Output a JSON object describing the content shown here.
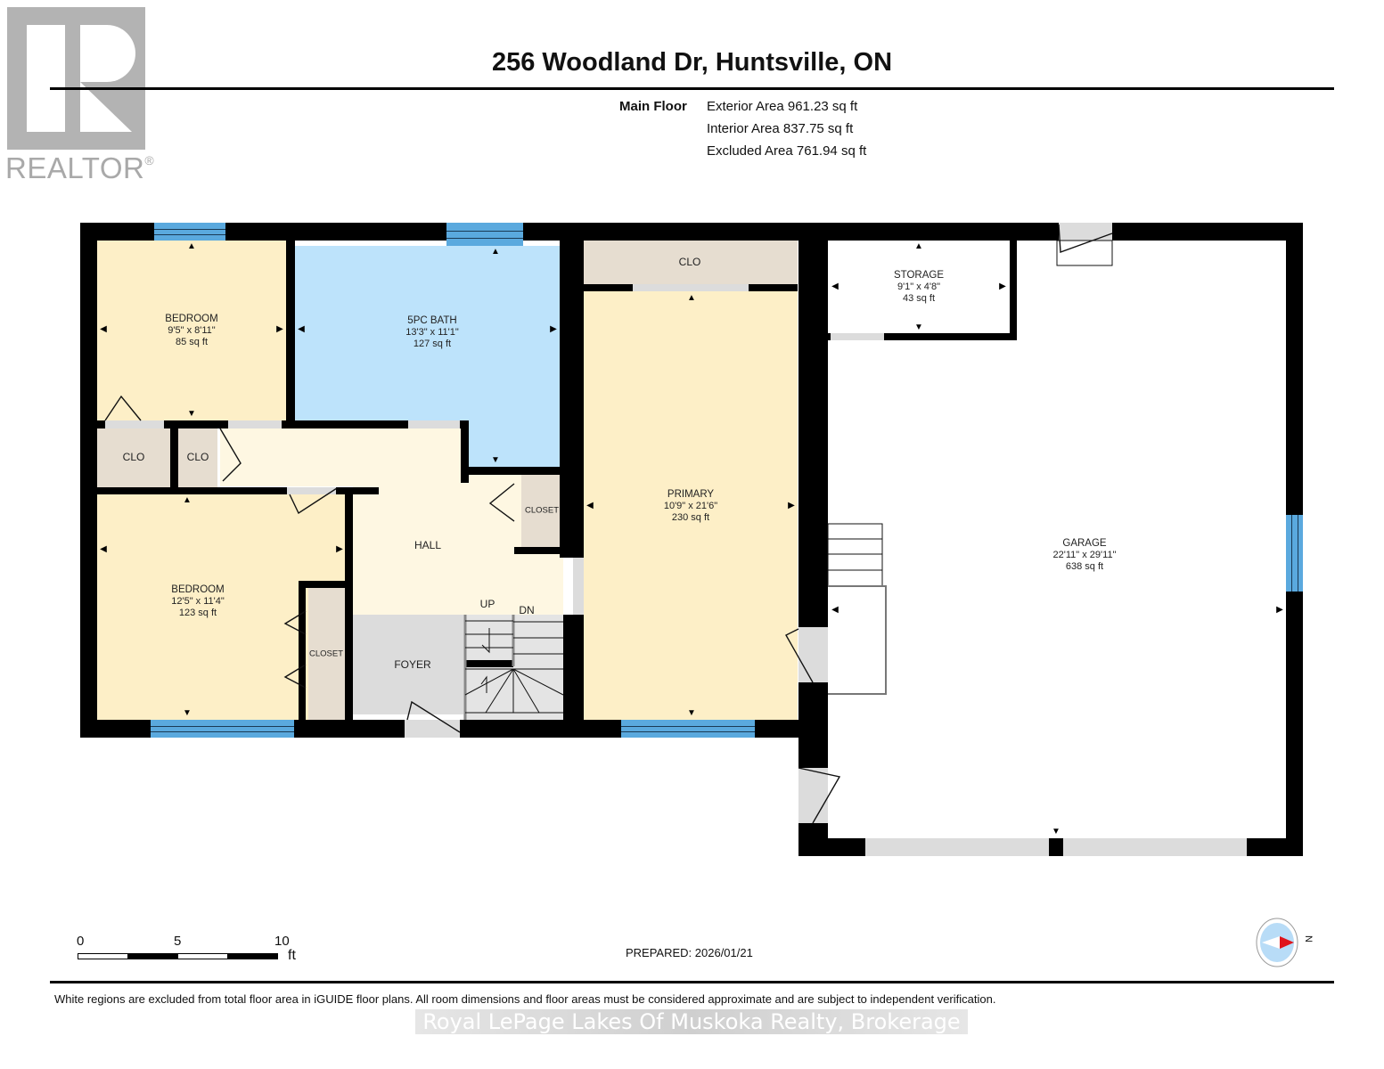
{
  "logo": {
    "brand": "REALTOR",
    "registered": "®",
    "icon": "realtor-r-logo-icon"
  },
  "header": {
    "address": "256 Woodland Dr, Huntsville, ON",
    "floor_label": "Main Floor",
    "areas": [
      "Exterior Area 961.23 sq ft",
      "Interior Area 837.75 sq ft",
      "Excluded Area 761.94 sq ft"
    ]
  },
  "rooms": {
    "bedroom1": {
      "name": "BEDROOM",
      "dims": "9'5\" x 8'11\"",
      "area": "85 sq ft"
    },
    "bath": {
      "name": "5PC BATH",
      "dims": "13'3\" x 11'1\"",
      "area": "127 sq ft"
    },
    "primary": {
      "name": "PRIMARY",
      "dims": "10'9\" x 21'6\"",
      "area": "230 sq ft"
    },
    "storage": {
      "name": "STORAGE",
      "dims": "9'1\" x 4'8\"",
      "area": "43 sq ft"
    },
    "garage": {
      "name": "GARAGE",
      "dims": "22'11\" x 29'11\"",
      "area": "638 sq ft"
    },
    "bedroom2": {
      "name": "BEDROOM",
      "dims": "12'5\" x 11'4\"",
      "area": "123 sq ft"
    },
    "hall": {
      "name": "HALL"
    },
    "foyer": {
      "name": "FOYER"
    },
    "clo_primary": {
      "name": "CLO"
    },
    "clo_left": {
      "name": "CLO"
    },
    "clo_mid": {
      "name": "CLO"
    },
    "closet_hall": {
      "name": "CLOSET"
    },
    "closet_bed2": {
      "name": "CLOSET"
    },
    "stairs_up": "UP",
    "stairs_dn": "DN"
  },
  "colors": {
    "bedroom": "#fdefc7",
    "bath": "#bde3fb",
    "hall": "#fef7e2",
    "closet": "#e6ddd0",
    "foyer": "#dcdcdc",
    "window": "#5aa9de",
    "wall": "#000000"
  },
  "scale": {
    "ticks": [
      "0",
      "5",
      "10"
    ],
    "unit": "ft"
  },
  "prepared": "PREPARED: 2026/01/21",
  "compass": {
    "label": "N",
    "icon": "compass-north-icon"
  },
  "disclaimer": "White regions are excluded from total floor area in iGUIDE floor plans. All room dimensions and floor areas must be considered approximate and are subject to independent verification.",
  "watermark": "Royal LePage Lakes Of Muskoka Realty, Brokerage"
}
